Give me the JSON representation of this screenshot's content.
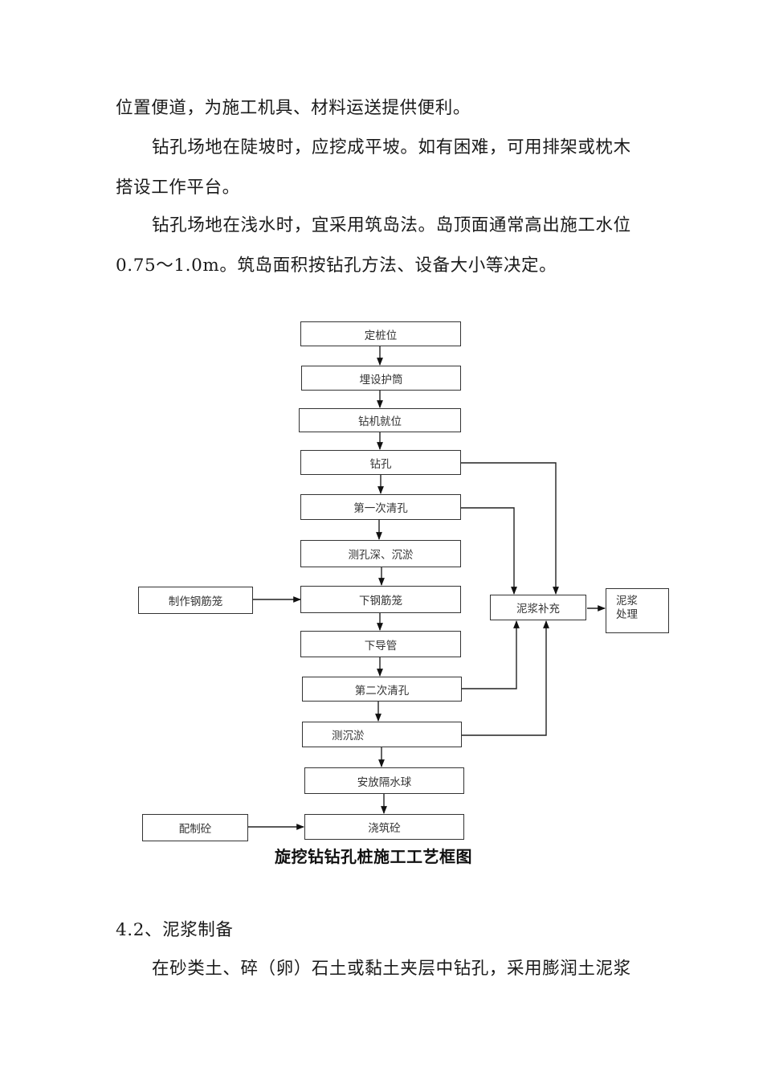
{
  "paragraphs_top": [
    "位置便道，为施工机具、材料运送提供便利。",
    "钻孔场地在陡坡时，应挖成平坡。如有困难，可用排架或枕木",
    "搭设工作平台。",
    "钻孔场地在浅水时，宜采用筑岛法。岛顶面通常高出施工水位",
    "0.75～1.0m。筑岛面积按钻孔方法、设备大小等决定。"
  ],
  "flowchart": {
    "main_steps": [
      "定桩位",
      "埋设护筒",
      "钻机就位",
      "钻孔",
      "第一次清孔",
      "测孔深、沉淤",
      "下钢筋笼",
      "下导管",
      "第二次清孔",
      "测沉淤",
      "安放隔水球",
      "浇筑砼"
    ],
    "side_inputs": {
      "rebar_cage": "制作钢筋笼",
      "concrete_mix": "配制砼"
    },
    "slurry_supplement": "泥浆补充",
    "slurry_treatment_line1": "泥浆",
    "slurry_treatment_line2": "处理",
    "caption": "旋挖钻钻孔桩施工工艺框图"
  },
  "section": {
    "heading": "4.2、泥浆制备",
    "body_line": "在砂类土、碎（卵）石土或黏土夹层中钻孔，采用膨润土泥浆"
  }
}
